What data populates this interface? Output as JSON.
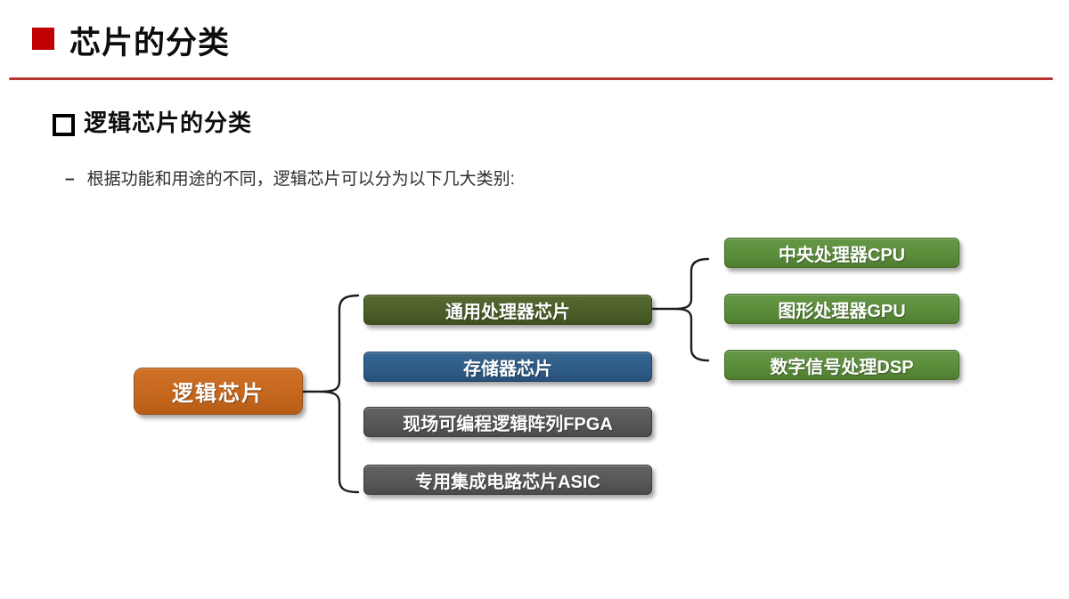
{
  "header": {
    "title": "芯片的分类",
    "accent_color": "#C00000",
    "divider_color": "#B5352E"
  },
  "section": {
    "heading": "逻辑芯片的分类",
    "dash": "–",
    "bullet_text": "根据功能和用途的不同，逻辑芯片可以分为以下几大类别:"
  },
  "diagram": {
    "brace_color": "#1C1C1C",
    "root": {
      "label": "逻辑芯片",
      "color": "#C5671E"
    },
    "branches": [
      {
        "label": "通用处理器芯片",
        "color": "#4B5E29"
      },
      {
        "label": "存储器芯片",
        "color": "#2E5C88"
      },
      {
        "label": "现场可编程逻辑阵列FPGA",
        "color": "#565658"
      },
      {
        "label": "专用集成电路芯片ASIC",
        "color": "#565658"
      }
    ],
    "sub_branches": [
      {
        "label": "中央处理器CPU",
        "color": "#5A8C3A"
      },
      {
        "label": "图形处理器GPU",
        "color": "#5A8C3A"
      },
      {
        "label": "数字信号处理DSP",
        "color": "#5A8C3A"
      }
    ]
  }
}
